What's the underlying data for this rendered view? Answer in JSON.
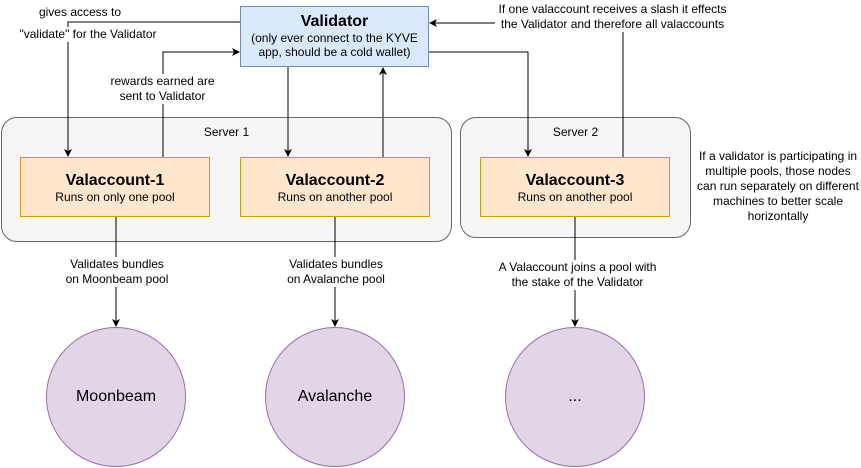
{
  "validator": {
    "title": "Validator",
    "subtitle": "(only ever connect to the KYVE app, should be a cold wallet)"
  },
  "servers": [
    {
      "label": "Server 1"
    },
    {
      "label": "Server 2"
    }
  ],
  "valaccounts": [
    {
      "title": "Valaccount-1",
      "subtitle": "Runs on only one pool"
    },
    {
      "title": "Valaccount-2",
      "subtitle": "Runs on another pool"
    },
    {
      "title": "Valaccount-3",
      "subtitle": "Runs on another pool"
    }
  ],
  "pools": [
    {
      "label": "Moonbeam"
    },
    {
      "label": "Avalanche"
    },
    {
      "label": "..."
    }
  ],
  "annotations": {
    "gives_access_line1": "gives access to",
    "gives_access_line2": "\"validate\" for the Validator",
    "rewards": "rewards earned are sent to Validator",
    "slash": "If one valaccount receives a slash it effects the Validator and therefore all valaccounts",
    "validates_moonbeam": "Validates bundles on Moonbeam pool",
    "validates_avalanche": "Validates bundles on Avalanche pool",
    "joins_pool": "A Valaccount joins a pool with the stake of the Validator",
    "multi_pool_note": "If a validator is participating in multiple pools, those nodes can run separately on different machines to better scale horizontally"
  },
  "colors": {
    "validator_fill": "#dae8fc",
    "validator_stroke": "#6c8ebf",
    "valaccount_fill": "#ffe6cc",
    "valaccount_stroke": "#d79b00",
    "pool_fill": "#e1d5e7",
    "pool_stroke": "#9673a6",
    "server_fill": "#f5f5f5",
    "server_stroke": "#666666"
  }
}
